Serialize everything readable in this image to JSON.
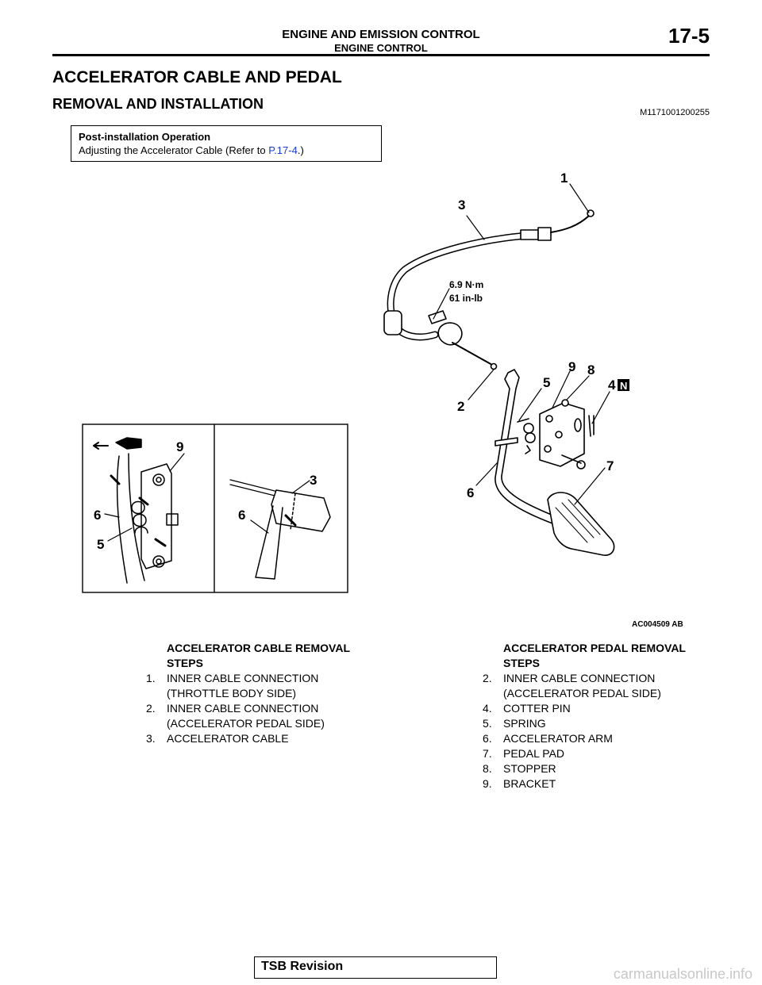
{
  "header": {
    "title": "ENGINE AND EMISSION CONTROL",
    "subtitle": "ENGINE CONTROL",
    "page": "17-5"
  },
  "heading": "ACCELERATOR CABLE AND PEDAL",
  "subheading": "REMOVAL AND INSTALLATION",
  "doc_code": "M1171001200255",
  "post_box": {
    "title": "Post-installation Operation",
    "text_before": "Adjusting the Accelerator Cable (Refer to ",
    "link": "P.17-4",
    "text_after": ".)"
  },
  "figure": {
    "id": "AC004509",
    "suffix": "AB",
    "torque_nm": "6.9 N·m",
    "torque_inlb": "61 in-lb",
    "callouts": {
      "c1": "1",
      "c2": "2",
      "c3": "3",
      "c4": "4",
      "c5": "5",
      "c6": "6",
      "c7": "7",
      "c8": "8",
      "c9": "9",
      "n_badge": "N"
    },
    "inset_callouts": {
      "left9": "9",
      "left6": "6",
      "left5": "5",
      "right3": "3",
      "right6": "6"
    }
  },
  "cable_steps": {
    "title_line1": "ACCELERATOR CABLE REMOVAL",
    "title_line2": "STEPS",
    "items": [
      {
        "num": "1.",
        "line1": "INNER CABLE CONNECTION",
        "line2": "(THROTTLE BODY SIDE)"
      },
      {
        "num": "2.",
        "line1": "INNER CABLE CONNECTION",
        "line2": "(ACCELERATOR PEDAL SIDE)"
      },
      {
        "num": "3.",
        "line1": "ACCELERATOR CABLE",
        "line2": ""
      }
    ]
  },
  "pedal_steps": {
    "title_line1": "ACCELERATOR PEDAL REMOVAL",
    "title_line2": "STEPS",
    "items": [
      {
        "num": "2.",
        "line1": "INNER CABLE CONNECTION",
        "line2": "(ACCELERATOR PEDAL SIDE)"
      },
      {
        "num": "4.",
        "line1": "COTTER PIN",
        "line2": ""
      },
      {
        "num": "5.",
        "line1": "SPRING",
        "line2": ""
      },
      {
        "num": "6.",
        "line1": "ACCELERATOR ARM",
        "line2": ""
      },
      {
        "num": "7.",
        "line1": "PEDAL PAD",
        "line2": ""
      },
      {
        "num": "8.",
        "line1": "STOPPER",
        "line2": ""
      },
      {
        "num": "9.",
        "line1": "BRACKET",
        "line2": ""
      }
    ]
  },
  "footer": {
    "label": "TSB Revision"
  },
  "watermark": "carmanualsonline.info"
}
